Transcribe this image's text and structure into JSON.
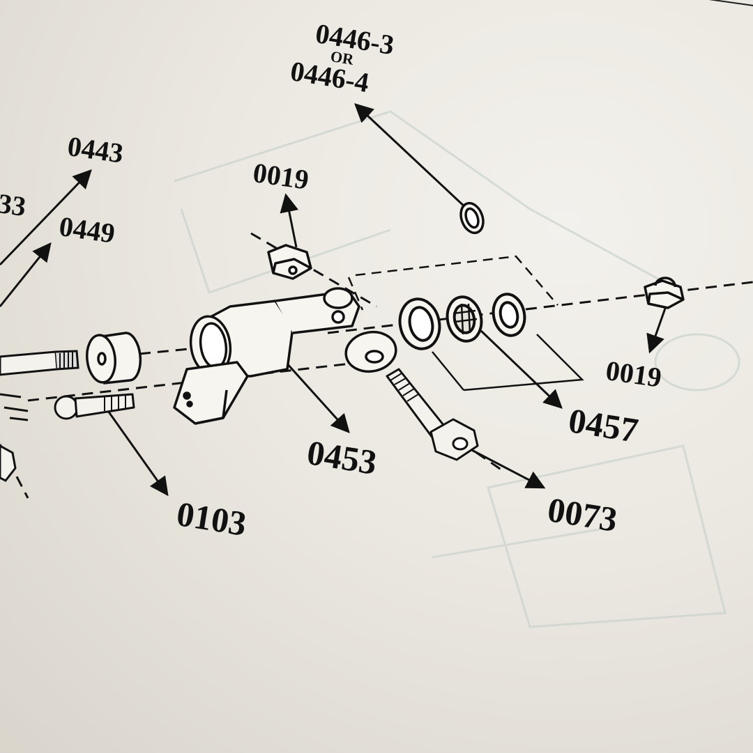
{
  "diagram": {
    "part_labels": {
      "p0446_3": "0446-3",
      "or_word": "OR",
      "p0446_4": "0446-4",
      "p0443": "0443",
      "p0449": "0449",
      "p_partial_left": "33",
      "p0019_top": "0019",
      "p0019_right": "0019",
      "p0457": "0457",
      "p0453": "0453",
      "p0073": "0073",
      "p0103": "0103"
    }
  },
  "colors": {
    "paper": "#ece9e2",
    "ink": "#111111",
    "ghost_print": "#c9d3cc"
  }
}
